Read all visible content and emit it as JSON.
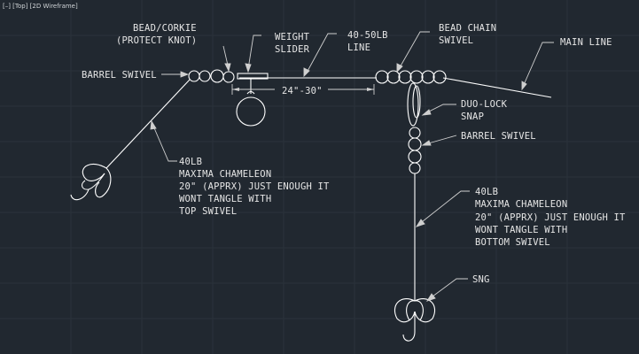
{
  "viewport": {
    "label": "[–] [Top] [2D Wireframe]"
  },
  "labels": {
    "bead_corkie_1": "BEAD/CORKIE",
    "bead_corkie_2": "(PROTECT KNOT)",
    "weight_slider_1": "WEIGHT",
    "weight_slider_2": "SLIDER",
    "line_1": "40-50LB",
    "line_2": "LINE",
    "bead_chain_1": "BEAD CHAIN",
    "bead_chain_2": "SWIVEL",
    "main_line": "MAIN LINE",
    "barrel_swivel_top": "BARREL SWIVEL",
    "dimension": "24\"-30\"",
    "duo_lock_1": "DUO-LOCK",
    "duo_lock_2": "SNAP",
    "barrel_swivel_bottom": "BARREL SWIVEL",
    "top_leader_1": "40LB",
    "top_leader_2": "MAXIMA CHAMELEON",
    "top_leader_3": "20\" (APPRX) JUST ENOUGH IT",
    "top_leader_4": "WONT TANGLE WITH",
    "top_leader_5": "TOP SWIVEL",
    "bottom_leader_1": "40LB",
    "bottom_leader_2": "MAXIMA CHAMELEON",
    "bottom_leader_3": "20\" (APPRX) JUST ENOUGH IT",
    "bottom_leader_4": "WONT TANGLE WITH",
    "bottom_leader_5": "BOTTOM SWIVEL",
    "spin_n_glo": "SNG"
  },
  "colors": {
    "background": "#212830",
    "lines": "#ffffff",
    "text": "#e6e6e6"
  }
}
